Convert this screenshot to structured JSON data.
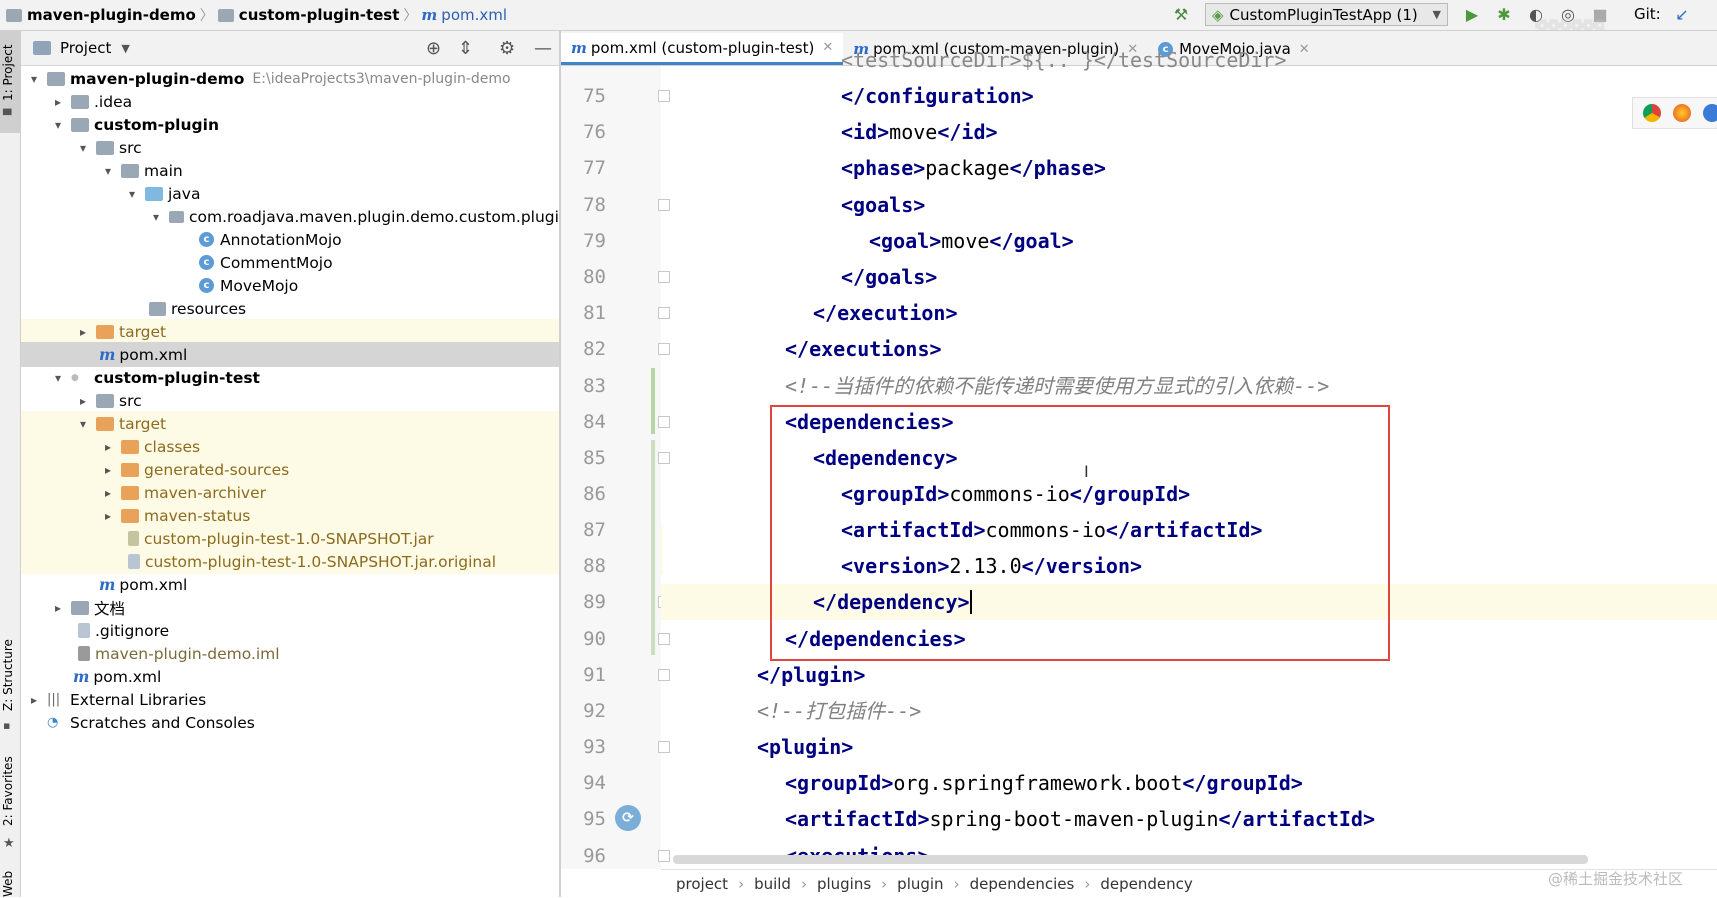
{
  "navbar": {
    "project": "maven-plugin-demo",
    "module": "custom-plugin-test",
    "file": "pom.xml",
    "run_config": "CustomPluginTestApp (1)",
    "git_label": "Git:"
  },
  "left_strip": {
    "project_tab": "1: Project",
    "structure_tab": "Z: Structure",
    "favorites_tab": "2: Favorites",
    "web_tab": "Web"
  },
  "project_panel": {
    "title": "Project",
    "tree": [
      {
        "label": "maven-plugin-demo",
        "path": "E:\\ideaProjects3\\maven-plugin-demo"
      },
      {
        "label": ".idea"
      },
      {
        "label": "custom-plugin"
      },
      {
        "label": "src"
      },
      {
        "label": "main"
      },
      {
        "label": "java"
      },
      {
        "label": "com.roadjava.maven.plugin.demo.custom.plugin"
      },
      {
        "label": "AnnotationMojo"
      },
      {
        "label": "CommentMojo"
      },
      {
        "label": "MoveMojo"
      },
      {
        "label": "resources"
      },
      {
        "label": "target"
      },
      {
        "label": "pom.xml"
      },
      {
        "label": "custom-plugin-test"
      },
      {
        "label": "src"
      },
      {
        "label": "target"
      },
      {
        "label": "classes"
      },
      {
        "label": "generated-sources"
      },
      {
        "label": "maven-archiver"
      },
      {
        "label": "maven-status"
      },
      {
        "label": "custom-plugin-test-1.0-SNAPSHOT.jar"
      },
      {
        "label": "custom-plugin-test-1.0-SNAPSHOT.jar.original"
      },
      {
        "label": "pom.xml"
      },
      {
        "label": "文档"
      },
      {
        "label": ".gitignore"
      },
      {
        "label": "maven-plugin-demo.iml"
      },
      {
        "label": "pom.xml"
      },
      {
        "label": "External Libraries"
      },
      {
        "label": "Scratches and Consoles"
      }
    ]
  },
  "editor_tabs": [
    {
      "label": "pom.xml (custom-plugin-test)",
      "icon": "m"
    },
    {
      "label": "pom.xml (custom-maven-plugin)",
      "icon": "m"
    },
    {
      "label": "MoveMojo.java",
      "icon": "c"
    }
  ],
  "editor": {
    "line_numbers": [
      "75",
      "76",
      "77",
      "78",
      "79",
      "80",
      "81",
      "82",
      "83",
      "84",
      "85",
      "86",
      "87",
      "88",
      "89",
      "90",
      "91",
      "92",
      "93",
      "94",
      "95",
      "96"
    ],
    "lines": {
      "l74": "<testSourceDir>${.. }</testSourceDir>",
      "l75": "</configuration>",
      "l76a": "<id>",
      "l76b": "move",
      "l76c": "</id>",
      "l77a": "<phase>",
      "l77b": "package",
      "l77c": "</phase>",
      "l78": "<goals>",
      "l79a": "<goal>",
      "l79b": "move",
      "l79c": "</goal>",
      "l80": "</goals>",
      "l81": "</execution>",
      "l82": "</executions>",
      "l83": "<!--当插件的依赖不能传递时需要使用方显式的引入依赖-->",
      "l84": "<dependencies>",
      "l85": "<dependency>",
      "l86a": "<groupId>",
      "l86b": "commons-io",
      "l86c": "</groupId>",
      "l87a": "<artifactId>",
      "l87b": "commons-io",
      "l87c": "</artifactId>",
      "l88a": "<version>",
      "l88b": "2.13.0",
      "l88c": "</version>",
      "l89": "</dependency>",
      "l90": "</dependencies>",
      "l91": "</plugin>",
      "l92": "<!--打包插件-->",
      "l93": "<plugin>",
      "l94a": "<groupId>",
      "l94b": "org.springframework.boot",
      "l94c": "</groupId>",
      "l95a": "<artifactId>",
      "l95b": "spring-boot-maven-plugin",
      "l95c": "</artifactId>",
      "l96": "<executions>"
    }
  },
  "status_breadcrumb": [
    "project",
    "build",
    "plugins",
    "plugin",
    "dependencies",
    "dependency"
  ],
  "watermark": "@稀土掘金技术社区",
  "colors": {
    "accent": "#4083c9",
    "highlight_box": "#e0463c",
    "tag": "#000080",
    "comment": "#808080"
  }
}
